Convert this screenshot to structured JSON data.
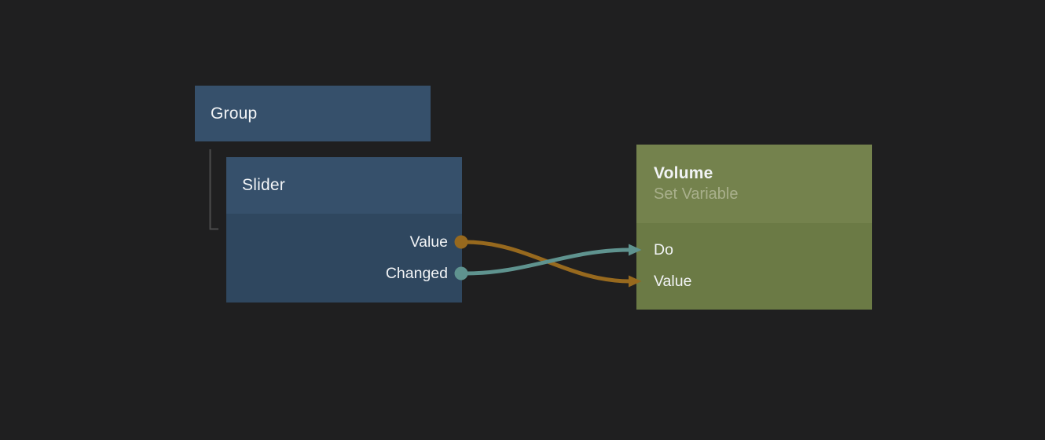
{
  "colors": {
    "background": "#1f1f20",
    "blue_node_header": "#36506b",
    "blue_node_body": "#2f475f",
    "green_node_header": "#74824d",
    "green_node_body": "#6b7a45",
    "wire_value": "#97691e",
    "wire_event": "#5f938f",
    "text_primary": "#f2f4f6",
    "text_secondary": "#a9b08c",
    "tree_line": "#4b4b4b"
  },
  "graph": {
    "group_node": {
      "title": "Group"
    },
    "slider_node": {
      "title": "Slider",
      "parent": "Group",
      "outputs": [
        {
          "label": "Value",
          "port_type": "value-port"
        },
        {
          "label": "Changed",
          "port_type": "event-port"
        }
      ]
    },
    "volume_node": {
      "title": "Volume",
      "subtitle": "Set Variable",
      "inputs": [
        {
          "label": "Do",
          "port_type": "event-port"
        },
        {
          "label": "Value",
          "port_type": "value-port"
        }
      ]
    },
    "connections": [
      {
        "from": "Slider.Value",
        "to": "Volume.Value",
        "color_key": "wire_value"
      },
      {
        "from": "Slider.Changed",
        "to": "Volume.Do",
        "color_key": "wire_event"
      }
    ]
  }
}
